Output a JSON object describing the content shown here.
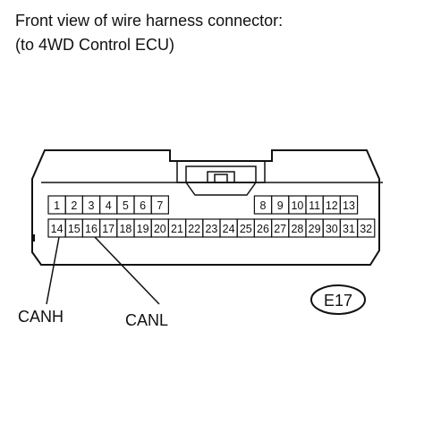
{
  "title": {
    "line1": "Front view of wire harness connector:",
    "line2": "(to 4WD Control ECU)"
  },
  "connector": {
    "code": "E17",
    "top_row": [
      "1",
      "2",
      "3",
      "4",
      "5",
      "6",
      "7",
      "",
      "",
      "",
      "",
      "",
      "8",
      "9",
      "10",
      "11",
      "12",
      "13"
    ],
    "bottom_row": [
      "14",
      "15",
      "16",
      "17",
      "18",
      "19",
      "20",
      "21",
      "22",
      "23",
      "24",
      "25",
      "26",
      "27",
      "28",
      "29",
      "30",
      "31",
      "32"
    ],
    "callouts": [
      {
        "pin": "14",
        "label": "CANH"
      },
      {
        "pin": "16",
        "label": "CANL"
      }
    ]
  }
}
